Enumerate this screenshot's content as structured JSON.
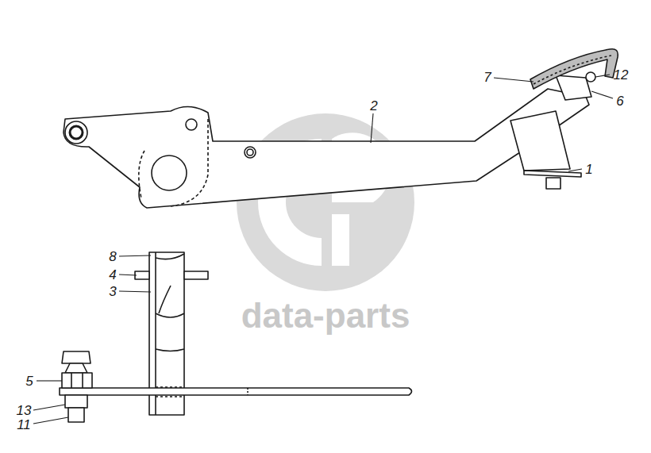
{
  "diagram": {
    "labels": [
      "7",
      "2",
      "12",
      "6",
      "1",
      "8",
      "4",
      "3",
      "5",
      "13",
      "11",
      "data-parts"
    ]
  }
}
